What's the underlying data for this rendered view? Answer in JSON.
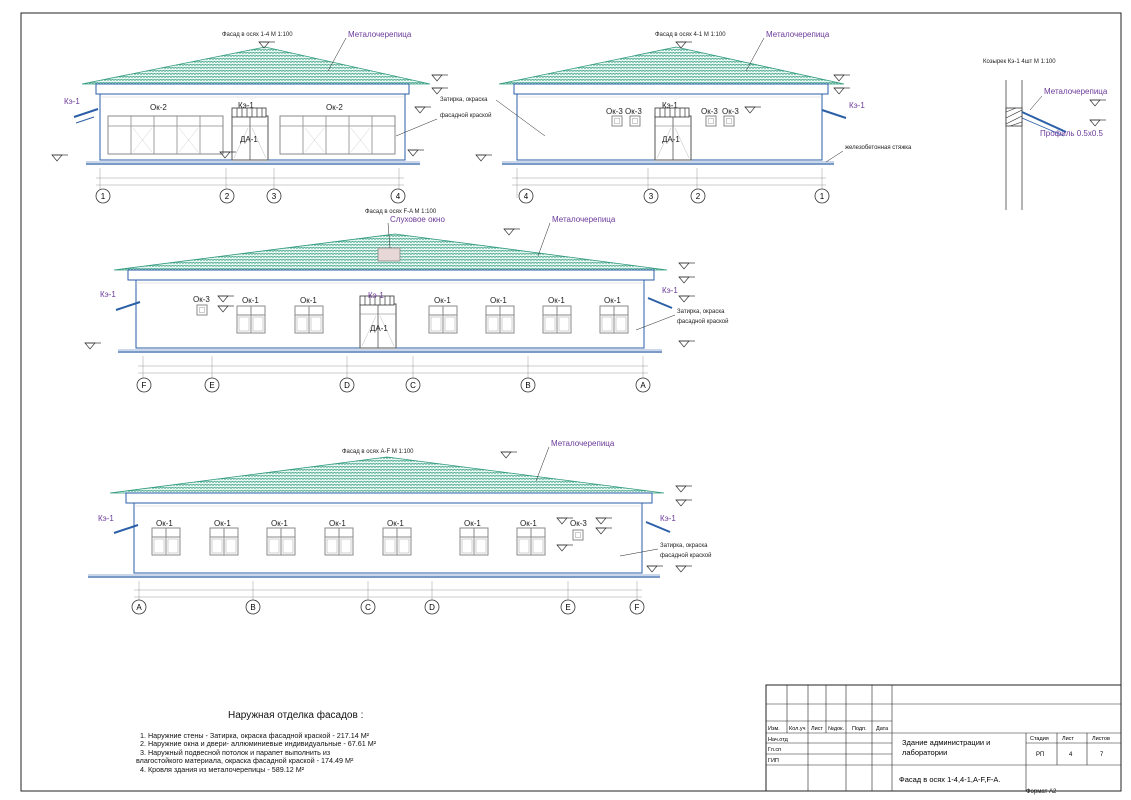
{
  "drawing": {
    "view1_title": "Фасад в осях  1-4 М 1:100",
    "view2_title": "Фасад в осях  4-1 М 1:100",
    "view3_title": "Фасад в осях  F-A М 1:100",
    "view4_title": "Фасад в осях  A-F М 1:100",
    "detail_title": "Козырек Кэ-1 4шт М 1:100",
    "roof_label": "Металочерепица",
    "canopy_label": "Кэ-1",
    "door_label": "ДА-1",
    "window_ok1": "Ок-1",
    "window_ok2": "Ок-2",
    "window_ok3": "Ок-3",
    "dormer_label": "Слуховое окно",
    "finish_line1": "Затирка, окраска",
    "finish_line2": "фасадной краской",
    "slab_label": "железобетонная стяжка",
    "profile_label": "Профиль 0.5х0.5",
    "axes_view1": [
      "1",
      "2",
      "3",
      "4"
    ],
    "axes_view2": [
      "4",
      "3",
      "2",
      "1"
    ],
    "axes_view3": [
      "F",
      "E",
      "D",
      "C",
      "B",
      "A"
    ],
    "axes_view4": [
      "A",
      "B",
      "C",
      "D",
      "E",
      "F"
    ]
  },
  "notes": {
    "title": "Наружная отделка фасадов :",
    "items": [
      "1. Наружние стены - Затирка, окраска  фасадной краской  - 217.14 М²",
      "2. Наружние окна и двери- аллюминиевые индивидуальные - 67.61 М²",
      "3. Наружный подвесной потолок и парапет выполнить из",
      "влагостойкого материала, окраска фасадной краской  - 174.49 М²",
      "4. Кровля здания  из металочерепицы  - 589.12 М²"
    ]
  },
  "title_block": {
    "headers": [
      "Изм.",
      "Кол.уч",
      "Лист",
      "№док.",
      "Подп.",
      "Дата"
    ],
    "roles": [
      "Нач.отд",
      "Гл.сп",
      "ГИП"
    ],
    "project_line1": "Здание администрации  и",
    "project_line2": "лаборатории",
    "sheet_title": "Фасад в осях  1-4,4-1,А-F,F-A.",
    "stage_header": "Стадия",
    "sheet_header": "Лист",
    "sheets_header": "Листов",
    "stage": "РП",
    "sheet": "4",
    "sheets": "7",
    "format": "Формат А2"
  }
}
